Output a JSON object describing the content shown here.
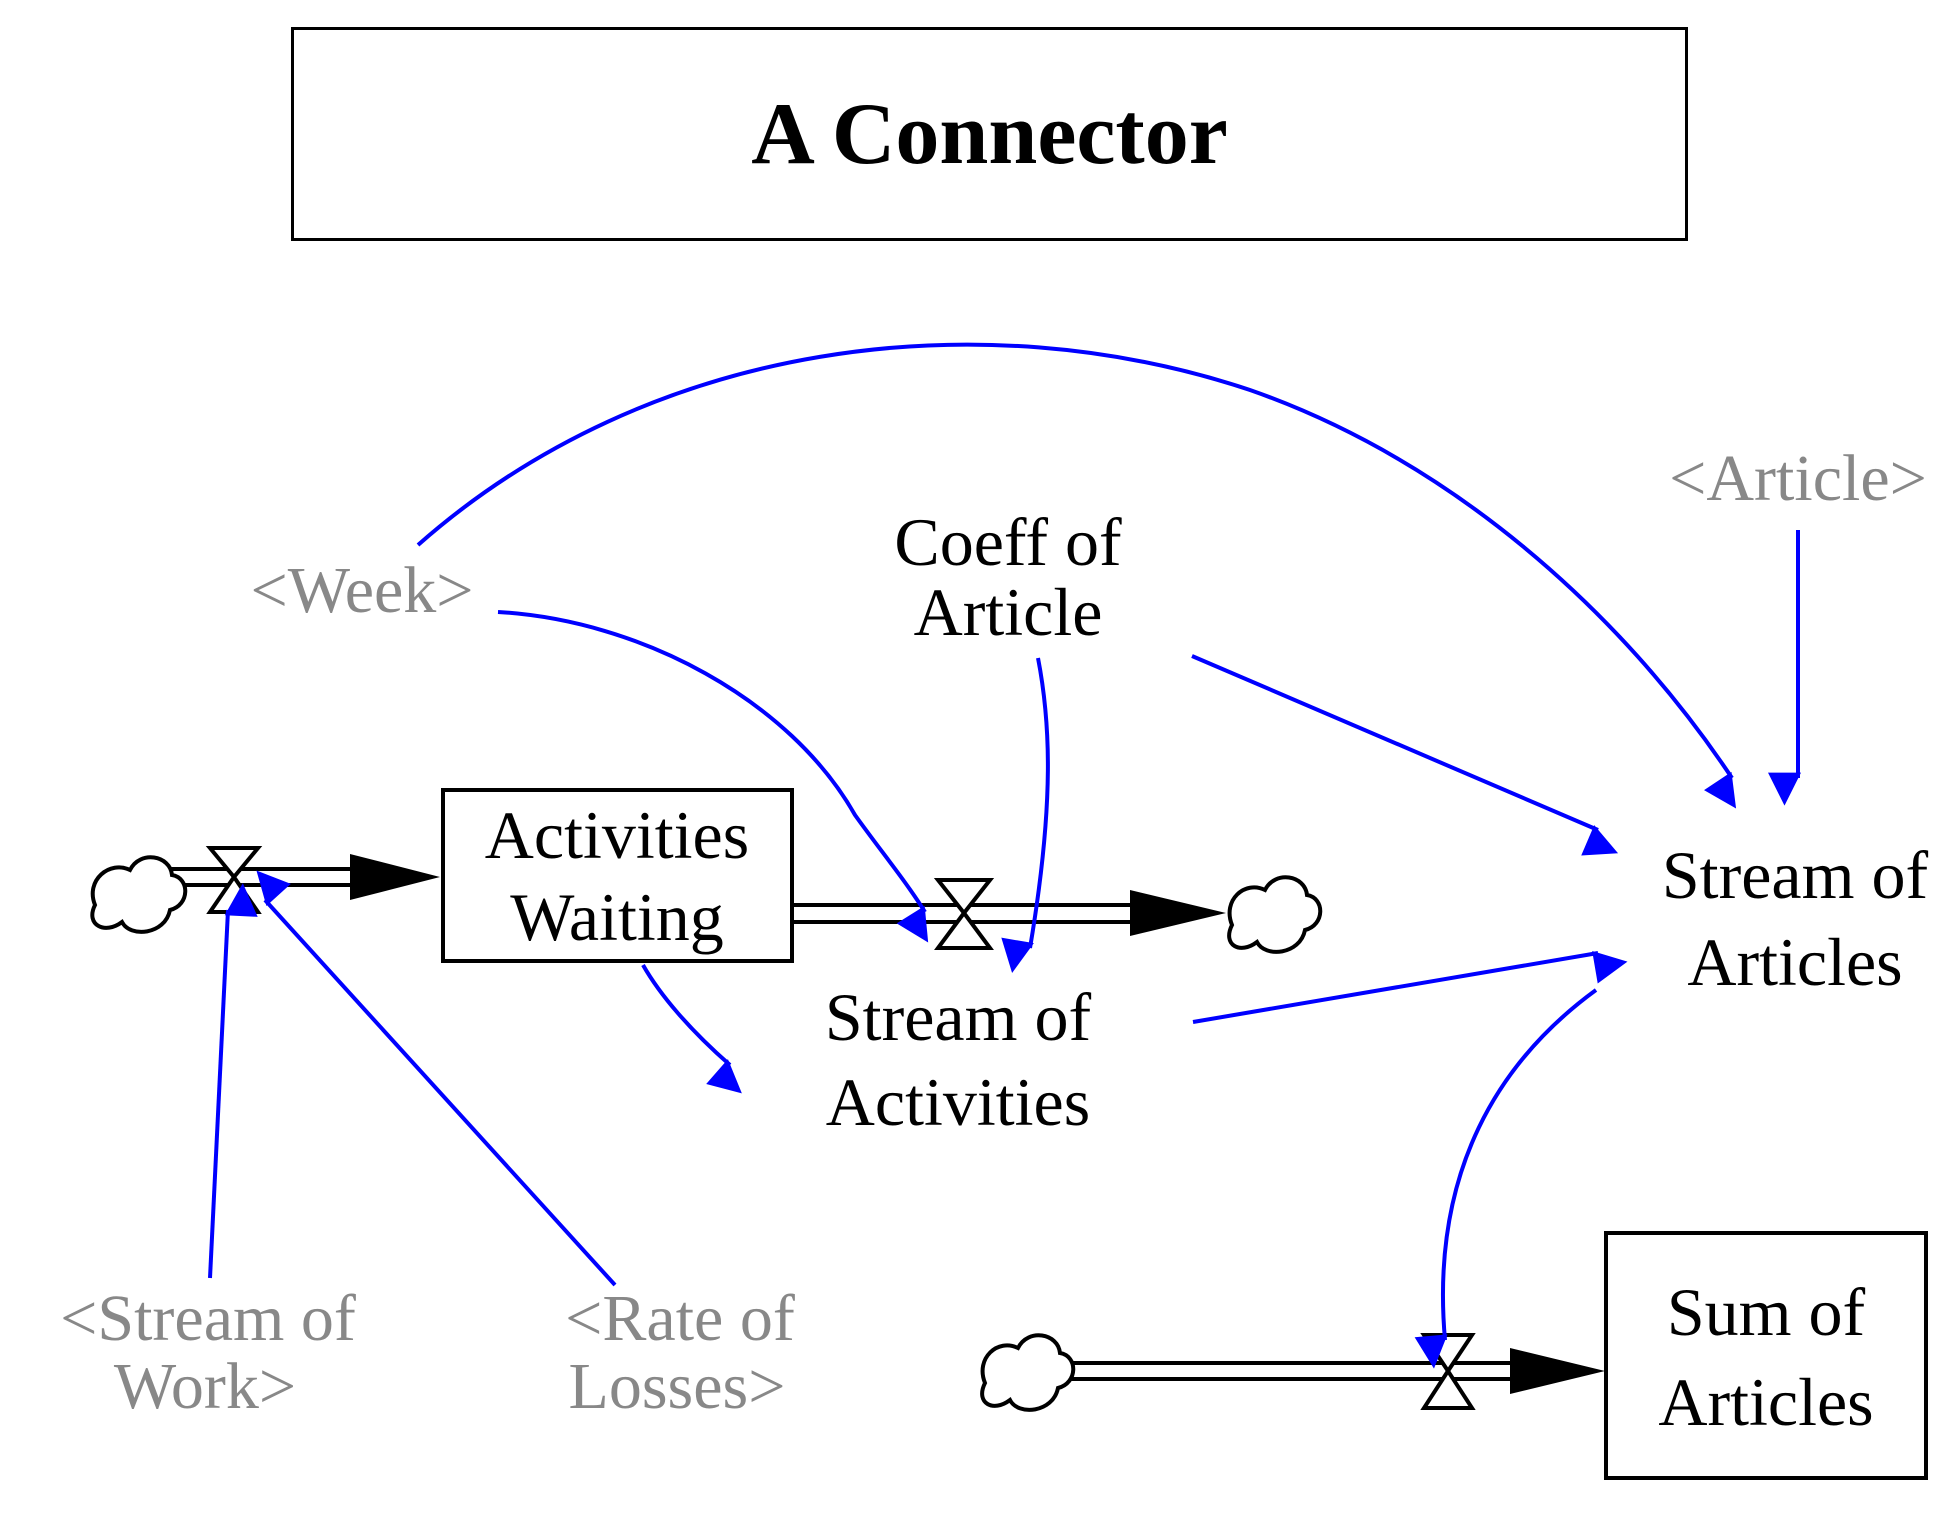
{
  "title": "A Connector",
  "colors": {
    "link": "#0000ff",
    "shadow_variable": "#888888",
    "stock_border": "#000000"
  },
  "stocks": {
    "activities_waiting": [
      "Activities",
      "Waiting"
    ],
    "sum_of_articles": [
      "Sum of",
      "Articles"
    ]
  },
  "variables": {
    "coeff_of_article": [
      "Coeff of",
      "Article"
    ],
    "stream_of_activities": [
      "Stream of",
      "Activities"
    ],
    "stream_of_articles": [
      "Stream of",
      "Articles"
    ]
  },
  "shadow_variables": {
    "week": [
      "<Week>"
    ],
    "article": [
      "<Article>"
    ],
    "stream_of_work": [
      "<Stream of",
      "Work>"
    ],
    "rate_of_losses": [
      "<Rate of",
      "Losses>"
    ]
  },
  "icons": [
    "cloud-icon",
    "valve-icon"
  ]
}
